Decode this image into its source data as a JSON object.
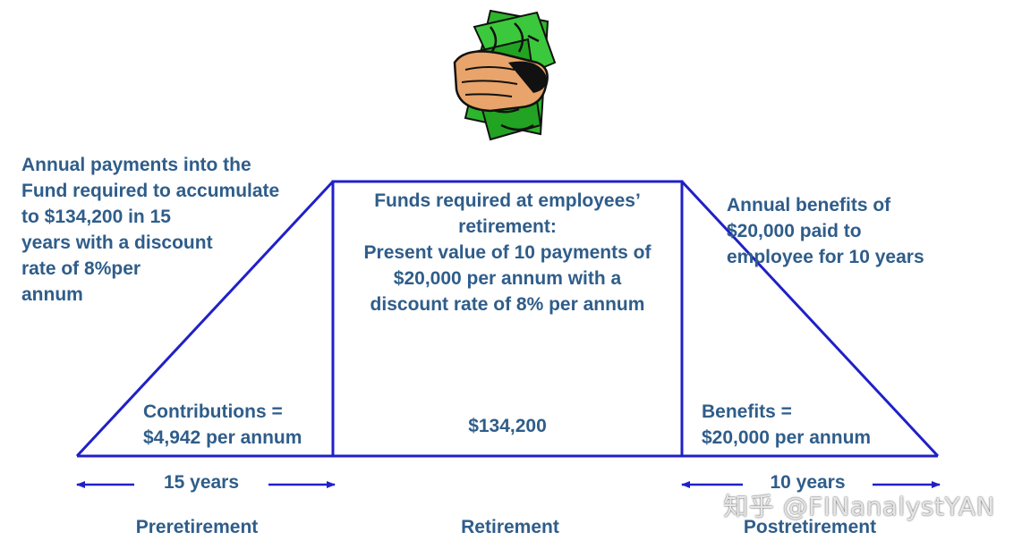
{
  "pre_note": "Annual payments into the\nFund required to accumulate\nto $134,200 in 15\nyears with a discount\nrate of 8%per\nannum",
  "retirement_note": "Funds required at employees’\nretirement:\nPresent value of 10 payments of\n$20,000 per annum with a\ndiscount rate of 8% per annum",
  "post_note": "Annual benefits of\n$20,000  paid to\nemployee for 10 years",
  "contributions": "Contributions =\n$4,942 per annum",
  "fund_total": "$134,200",
  "benefits": "Benefits =\n$20,000 per annum",
  "pre_duration": "15 years",
  "post_duration": "10 years",
  "phases": {
    "pre": "Preretirement",
    "retirement": "Retirement",
    "post": "Postretirement"
  },
  "watermark": "知乎 @FINanalystYAN",
  "colors": {
    "line": "#2020c8",
    "text": "#2f5d8a",
    "money": "#2db52d",
    "skin": "#e8a46a"
  },
  "icons": {
    "illustration": "hand-holding-money-icon"
  }
}
